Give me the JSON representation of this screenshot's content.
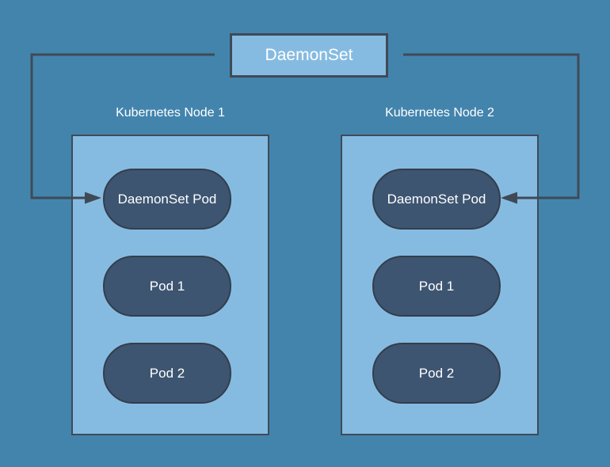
{
  "diagram": {
    "title": "DaemonSet",
    "nodes": [
      {
        "label": "Kubernetes Node 1",
        "pods": [
          "DaemonSet Pod",
          "Pod 1",
          "Pod 2"
        ]
      },
      {
        "label": "Kubernetes Node 2",
        "pods": [
          "DaemonSet Pod",
          "Pod 1",
          "Pod 2"
        ]
      }
    ],
    "connections": [
      {
        "from": "DaemonSet",
        "to": "Kubernetes Node 1 DaemonSet Pod"
      },
      {
        "from": "DaemonSet",
        "to": "Kubernetes Node 2 DaemonSet Pod"
      }
    ]
  },
  "colors": {
    "background": "#4384ad",
    "node-fill": "#86bbe1",
    "daemonset-fill": "#86bbe1",
    "pill-fill": "#3d5571",
    "pill-border": "#333e4c",
    "line": "#3f4a57",
    "text": "#ffffff"
  }
}
